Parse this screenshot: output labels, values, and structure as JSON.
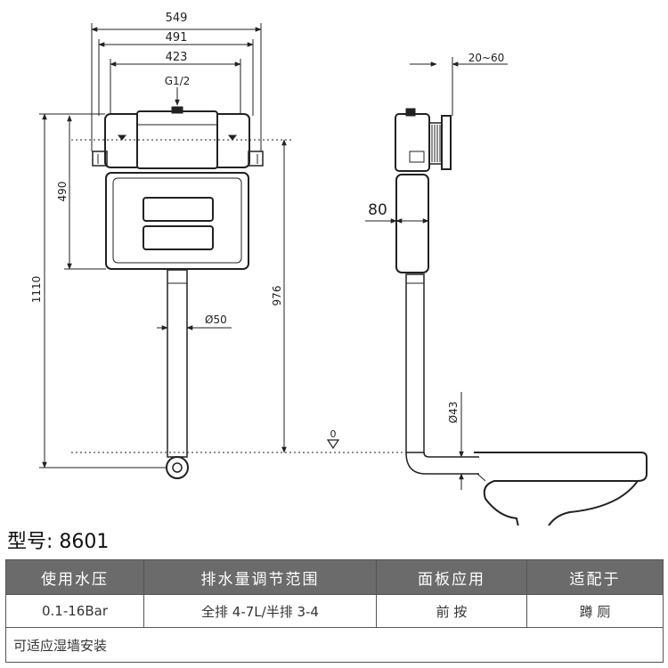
{
  "drawing": {
    "front_view": {
      "dims": {
        "width_outer": "549",
        "width_mid": "491",
        "width_inner": "423",
        "inlet": "G1/2",
        "tank_height": "490",
        "total_height": "1110",
        "flush_height": "976",
        "pipe_diameter": "Ø50"
      }
    },
    "side_view": {
      "dims": {
        "wall_range": "20~60",
        "depth": "80",
        "pipe_diameter": "Ø43",
        "zero_level": "0"
      }
    }
  },
  "model": {
    "label": "型号: 8601"
  },
  "table": {
    "headers": [
      "使用水压",
      "排水量调节范围",
      "面板应用",
      "适配于"
    ],
    "row": [
      "0.1-16Bar",
      "全排 4-7L/半排 3-4",
      "前 按",
      "蹲 厕"
    ],
    "note": "可适应湿墙安装"
  }
}
